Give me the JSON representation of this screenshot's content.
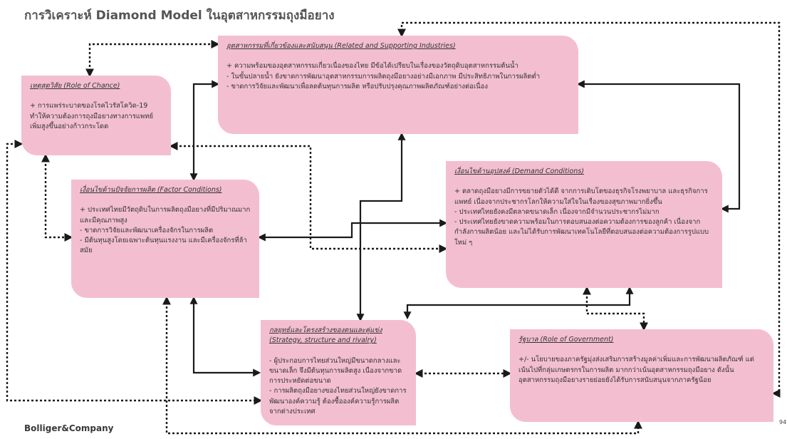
{
  "title": "การวิเคราะห์ Diamond Model ในอุตสาหกรรมถุงมือยาง",
  "boxes": {
    "related": {
      "heading": "อุตสาหกรรมที่เกี่ยวข้องและสนับสนุน (Related and Supporting Industries)",
      "items": [
        "+ ความพร้อมของอุตสาหกรรมเกี่ยวเนื่องของไทย มีข้อได้เปรียบในเรื่องของวัตถุดิบอุตสาหกรรมต้นน้ำ",
        "- ในขั้นปลายน้ำ ยังขาดการพัฒนาอุตสาหกรรมการผลิตถุงมือยางอย่างมีเอกภาพ มีประสิทธิภาพในการผลิตต่ำ",
        "- ขาดการวิจัยและพัฒนาเพื่อลดต้นทุนการผลิต หรือปรับปรุงคุณภาพผลิตภัณฑ์อย่างต่อเนื่อง"
      ]
    },
    "chance": {
      "heading": "เหตุสุดวิสัย (Role of Chance)",
      "items": [
        "+ การแพร่ระบาดของโรคไวรัสโควิด-19 ทำให้ความต้องการถุงมือยางทางการแพทย์เพิ่มสูงขึ้นอย่างก้าวกระโดด"
      ]
    },
    "factor": {
      "heading": "เงื่อนไขด้านปัจจัยการผลิต (Factor Conditions)",
      "items": [
        "+ ประเทศไทยมีวัตถุดิบในการผลิตถุงมือยางที่มีปริมาณมากและมีคุณภาพสูง",
        "- ขาดการวิจัยและพัฒนาเครื่องจักรในการผลิต",
        "- มีต้นทุนสูงโดยเฉพาะต้นทุนแรงงาน และมีเครื่องจักรที่ล้าสมัย"
      ]
    },
    "demand": {
      "heading": "เงื่อนไขด้านอุปสงค์ (Demand Conditions)",
      "items": [
        "+ ตลาดถุงมือยางมีการขยายตัวได้ดี จากการเติบโตของธุรกิจโรงพยาบาล และธุรกิจการแพทย์ เนื่องจากประชากรโลกให้ความใส่ใจในเรื่องของสุขภาพมากยิ่งขึ้น",
        "- ประเทศไทยยังคงมีตลาดขนาดเล็ก เนื่องจากมีจำนวนประชากรไม่มาก",
        "- ประเทศไทยยังขาดความพร้อมในการตอบสนองต่อความต้องการของลูกค้า เนื่องจากกำลังการผลิตน้อย และไม่ได้รับการพัฒนาเทคโนโลยีที่ตอบสนองต่อความต้องการรูปแบบใหม่ ๆ"
      ]
    },
    "strategy": {
      "heading": "กลยุทธ์และโครงสร้างของตนและคู่แข่ง",
      "heading2": "(Strategy, structure and rivalry)",
      "items": [
        "- ผู้ประกอบการไทยส่วนใหญ่มีขนาดกลางและขนาดเล็ก จึงมีต้นทุนการผลิตสูง เนื่องจากขาดการประหยัดต่อขนาด",
        "- การผลิตถุงมือยางของไทยส่วนใหญ่ยังขาดการพัฒนาองค์ความรู้ ต้องซื้อองค์ความรู้การผลิตจากต่างประเทศ"
      ]
    },
    "government": {
      "heading": "รัฐบาล (Role of Government)",
      "items": [
        "+/- นโยบายของภาครัฐมุ่งส่งเสริมการสร้างมูลค่าเพิ่มและการพัฒนาผลิตภัณฑ์ แต่เน้นไปที่กลุ่มเกษตรกรในการผลิต มากกว่าเน้นอุตสาหกรรมถุงมือยาง ดังนั้นอุตสาหกรรมถุงมือยางรายย่อยยังได้รับการสนับสนุนจากภาครัฐน้อย"
      ]
    }
  },
  "footer": {
    "logo": "Bolliger&Company",
    "page": "94"
  },
  "colors": {
    "box_fill": "#f3bfd0",
    "arrow": "#1a1a1a",
    "title": "#555555"
  }
}
